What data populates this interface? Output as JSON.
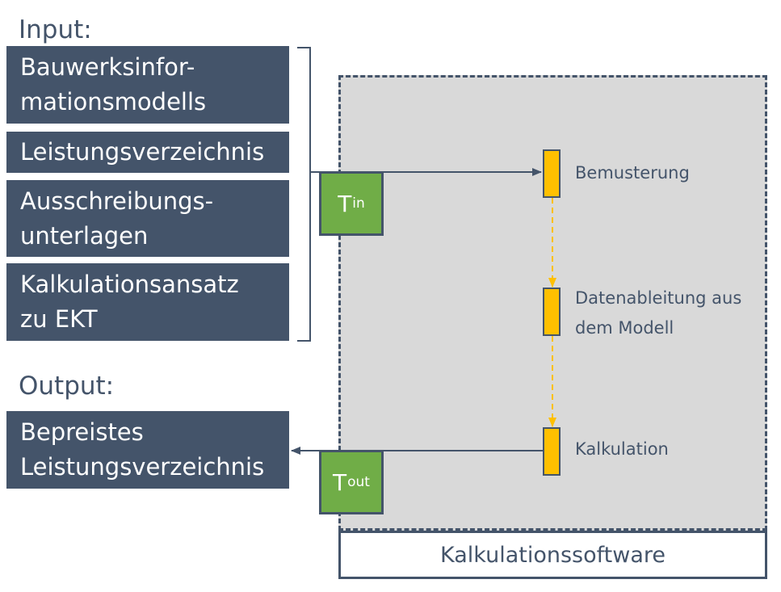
{
  "input_heading": "Input:",
  "output_heading": "Output:",
  "inputs": [
    {
      "line1": "Bauwerksinfor-",
      "line2": "mationsmodells"
    },
    {
      "line1": "Leistungsverzeichnis"
    },
    {
      "line1": "Ausschreibungs-",
      "line2": "unterlagen"
    },
    {
      "line1": "Kalkulationsansatz",
      "line2": "zu EKT"
    }
  ],
  "output": {
    "line1": "Bepreistes",
    "line2": "Leistungsverzeichnis"
  },
  "t_in": {
    "base": "T",
    "sub": "in"
  },
  "t_out": {
    "base": "T",
    "sub": "out"
  },
  "steps": [
    {
      "line1": "Bemusterung"
    },
    {
      "line1": "Datenableitung aus",
      "line2": "dem Modell"
    },
    {
      "line1": "Kalkulation"
    }
  ],
  "software_label": "Kalkulationssoftware",
  "colors": {
    "box": "#44546a",
    "t_box": "#70ad47",
    "step": "#ffc000",
    "area": "#d9d9d9",
    "flow": "#ffc000"
  }
}
